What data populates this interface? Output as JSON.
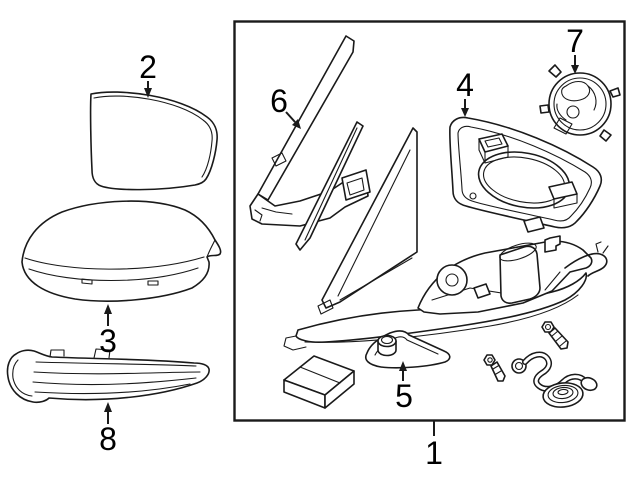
{
  "diagram": {
    "background_color": "#ffffff",
    "line_color": "#1a1a1a",
    "label_color": "#000000",
    "callouts": {
      "c1": {
        "label": "1",
        "part": "mirror-assembly-box"
      },
      "c2": {
        "label": "2",
        "part": "mirror-glass"
      },
      "c3": {
        "label": "3",
        "part": "mirror-upper-cover"
      },
      "c4": {
        "label": "4",
        "part": "mirror-housing-frame"
      },
      "c5": {
        "label": "5",
        "part": "base-gasket"
      },
      "c6": {
        "label": "6",
        "part": "mounting-bracket"
      },
      "c7": {
        "label": "7",
        "part": "mirror-actuator"
      },
      "c8": {
        "label": "8",
        "part": "turn-signal-lamp"
      }
    }
  }
}
